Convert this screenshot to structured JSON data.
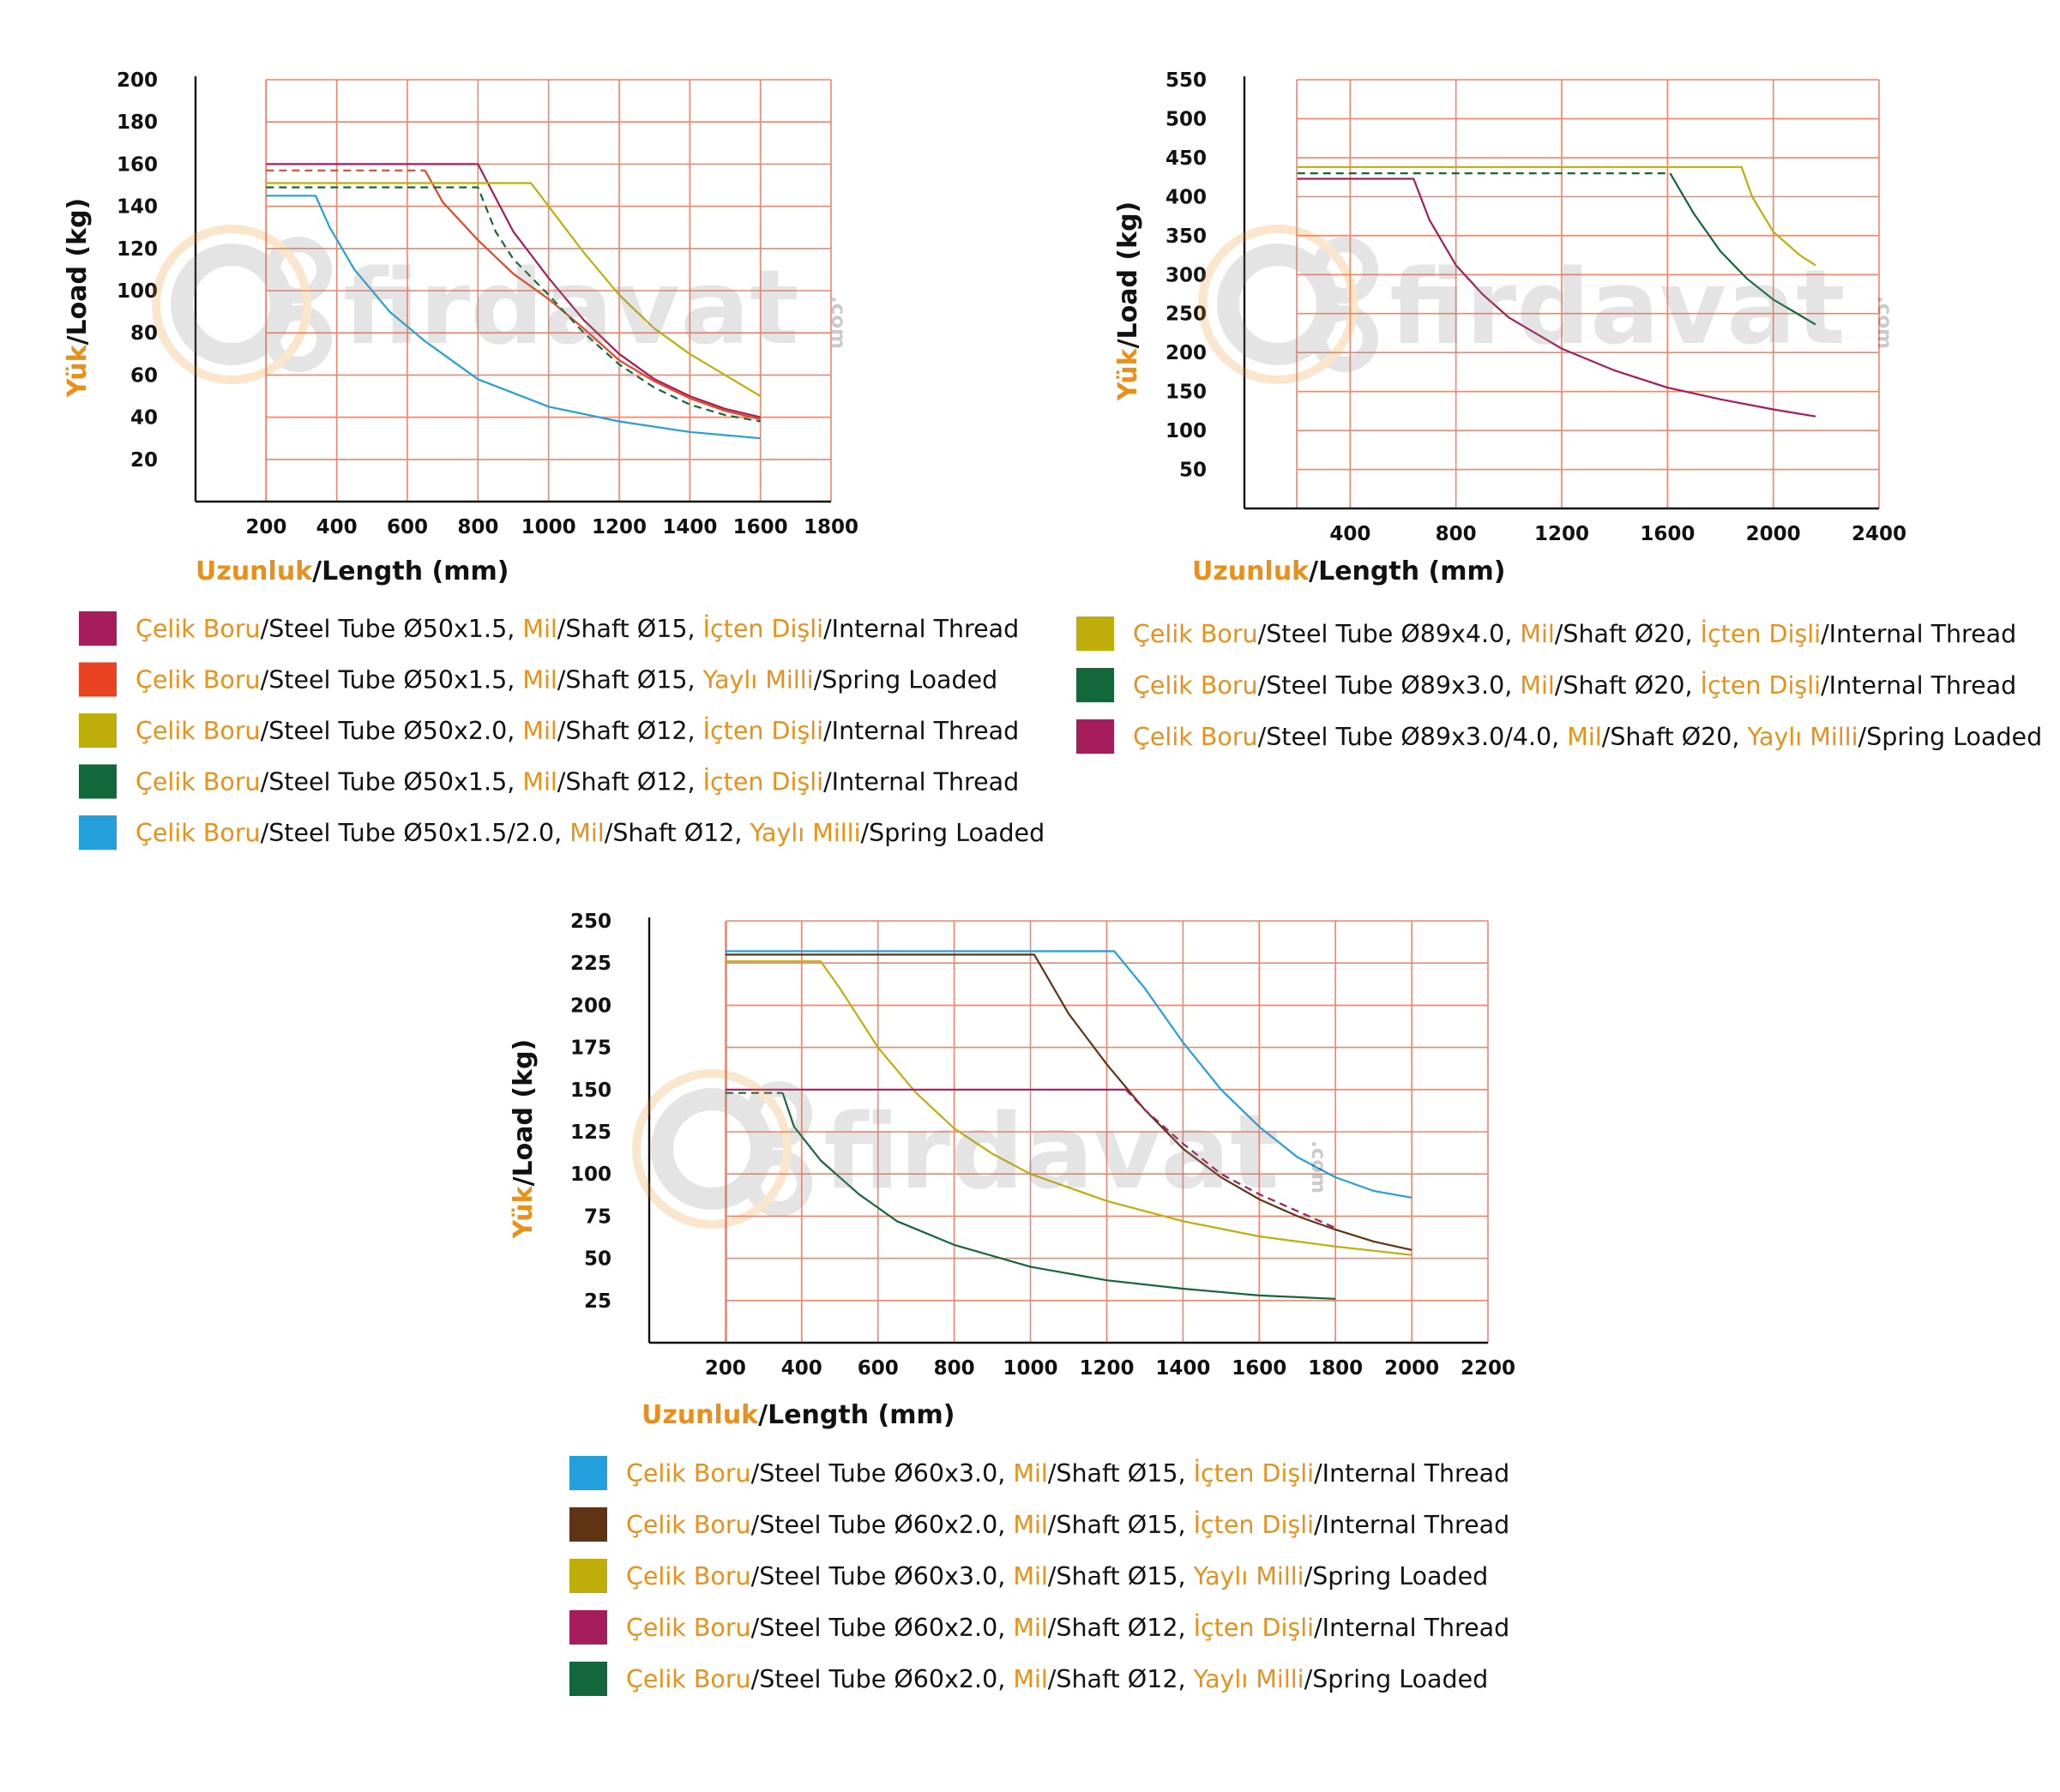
{
  "colors": {
    "grid": "#f2846a",
    "axis": "#111111",
    "accent_orange": "#e8901a",
    "wine": "#a51d5c",
    "red_orange": "#e84424",
    "olive": "#bfae0a",
    "dark_green": "#12683a",
    "sky_blue": "#23a0dc",
    "brown": "#5e3414"
  },
  "watermark": {
    "brand": "firdavat",
    "suffix": ".com"
  },
  "chart_data": [
    {
      "id": "chart1",
      "type": "line",
      "y_label": {
        "orange": "Yük",
        "dark": "/Load (kg)"
      },
      "x_label": {
        "orange": "Uzunluk",
        "dark": "/Length (mm)"
      },
      "xlim": [
        0,
        1800
      ],
      "ylim": [
        0,
        200
      ],
      "x_ticks": [
        200,
        400,
        600,
        800,
        1000,
        1200,
        1400,
        1600,
        1800
      ],
      "y_ticks": [
        20,
        40,
        60,
        80,
        100,
        120,
        140,
        160,
        180,
        200
      ],
      "grid": true,
      "series": [
        {
          "color_key": "wine",
          "dashed": false,
          "points": [
            [
              200,
              160
            ],
            [
              800,
              160
            ],
            [
              900,
              128
            ],
            [
              1000,
              106
            ],
            [
              1100,
              86
            ],
            [
              1200,
              70
            ],
            [
              1300,
              58
            ],
            [
              1400,
              50
            ],
            [
              1500,
              44
            ],
            [
              1600,
              40
            ]
          ]
        },
        {
          "color_key": "red_orange",
          "dashed": false,
          "points": [
            [
              650,
              157
            ],
            [
              700,
              142
            ],
            [
              800,
              124
            ],
            [
              900,
              108
            ],
            [
              1000,
              96
            ],
            [
              1100,
              82
            ],
            [
              1200,
              67
            ],
            [
              1300,
              57
            ],
            [
              1400,
              49
            ],
            [
              1500,
              43
            ],
            [
              1600,
              39
            ]
          ]
        },
        {
          "color_key": "red_orange",
          "dashed": true,
          "points": [
            [
              200,
              157
            ],
            [
              650,
              157
            ]
          ]
        },
        {
          "color_key": "olive",
          "dashed": false,
          "points": [
            [
              200,
              151
            ],
            [
              950,
              151
            ],
            [
              1000,
              140
            ],
            [
              1100,
              118
            ],
            [
              1200,
              98
            ],
            [
              1300,
              82
            ],
            [
              1400,
              70
            ],
            [
              1500,
              60
            ],
            [
              1600,
              50
            ]
          ]
        },
        {
          "color_key": "dark_green",
          "dashed": true,
          "points": [
            [
              200,
              149
            ],
            [
              800,
              149
            ],
            [
              850,
              128
            ],
            [
              900,
              115
            ],
            [
              1000,
              98
            ],
            [
              1100,
              80
            ],
            [
              1200,
              65
            ],
            [
              1300,
              54
            ],
            [
              1400,
              46
            ],
            [
              1500,
              41
            ],
            [
              1600,
              38
            ]
          ]
        },
        {
          "color_key": "sky_blue",
          "dashed": false,
          "points": [
            [
              200,
              145
            ],
            [
              340,
              145
            ],
            [
              380,
              130
            ],
            [
              450,
              110
            ],
            [
              550,
              90
            ],
            [
              650,
              76
            ],
            [
              800,
              58
            ],
            [
              1000,
              45
            ],
            [
              1200,
              38
            ],
            [
              1400,
              33
            ],
            [
              1600,
              30
            ]
          ]
        }
      ],
      "legend": [
        {
          "color_key": "wine",
          "parts": [
            "Çelik Boru",
            "/Steel Tube Ø50x1.5, ",
            "Mil",
            "/Shaft Ø15, ",
            "İçten Dişli",
            "/Internal Thread"
          ]
        },
        {
          "color_key": "red_orange",
          "parts": [
            "Çelik Boru",
            "/Steel Tube Ø50x1.5, ",
            "Mil",
            "/Shaft Ø15, ",
            "Yaylı Milli",
            "/Spring Loaded"
          ]
        },
        {
          "color_key": "olive",
          "parts": [
            "Çelik Boru",
            "/Steel Tube Ø50x2.0, ",
            "Mil",
            "/Shaft Ø12, ",
            "İçten Dişli",
            "/Internal Thread"
          ]
        },
        {
          "color_key": "dark_green",
          "parts": [
            "Çelik Boru",
            "/Steel Tube Ø50x1.5, ",
            "Mil",
            "/Shaft Ø12, ",
            "İçten Dişli",
            "/Internal Thread"
          ]
        },
        {
          "color_key": "sky_blue",
          "parts": [
            "Çelik Boru",
            "/Steel Tube Ø50x1.5/2.0, ",
            "Mil",
            "/Shaft Ø12, ",
            "Yaylı Milli",
            "/Spring Loaded"
          ]
        }
      ]
    },
    {
      "id": "chart2",
      "type": "line",
      "y_label": {
        "orange": "Yük",
        "dark": "/Load (kg)"
      },
      "x_label": {
        "orange": "Uzunluk",
        "dark": "/Length (mm)"
      },
      "xlim": [
        0,
        2400
      ],
      "ylim": [
        0,
        550
      ],
      "x_ticks": [
        400,
        800,
        1200,
        1600,
        2000,
        2400
      ],
      "y_ticks": [
        50,
        100,
        150,
        200,
        250,
        300,
        350,
        400,
        450,
        500,
        550
      ],
      "grid": true,
      "series": [
        {
          "color_key": "olive",
          "dashed": false,
          "points": [
            [
              200,
              438
            ],
            [
              1880,
              438
            ],
            [
              1920,
              400
            ],
            [
              2000,
              355
            ],
            [
              2100,
              325
            ],
            [
              2160,
              312
            ]
          ]
        },
        {
          "color_key": "dark_green",
          "dashed": false,
          "points": [
            [
              1610,
              430
            ],
            [
              1700,
              378
            ],
            [
              1800,
              330
            ],
            [
              1900,
              295
            ],
            [
              2000,
              268
            ],
            [
              2100,
              248
            ],
            [
              2160,
              236
            ]
          ]
        },
        {
          "color_key": "dark_green",
          "dashed": true,
          "points": [
            [
              200,
              430
            ],
            [
              1610,
              430
            ]
          ]
        },
        {
          "color_key": "wine",
          "dashed": false,
          "points": [
            [
              200,
              423
            ],
            [
              640,
              423
            ],
            [
              700,
              370
            ],
            [
              800,
              312
            ],
            [
              900,
              275
            ],
            [
              1000,
              245
            ],
            [
              1200,
              205
            ],
            [
              1400,
              177
            ],
            [
              1600,
              155
            ],
            [
              1800,
              140
            ],
            [
              2000,
              127
            ],
            [
              2160,
              118
            ]
          ]
        }
      ],
      "legend": [
        {
          "color_key": "olive",
          "parts": [
            "Çelik Boru",
            "/Steel Tube Ø89x4.0, ",
            "Mil",
            "/Shaft Ø20, ",
            "İçten Dişli",
            "/Internal Thread"
          ]
        },
        {
          "color_key": "dark_green",
          "parts": [
            "Çelik Boru",
            "/Steel Tube Ø89x3.0, ",
            "Mil",
            "/Shaft Ø20, ",
            "İçten Dişli",
            "/Internal Thread"
          ]
        },
        {
          "color_key": "wine",
          "parts": [
            "Çelik Boru",
            "/Steel Tube Ø89x3.0/4.0, ",
            "Mil",
            "/Shaft Ø20, ",
            "Yaylı Milli",
            "/Spring Loaded"
          ]
        }
      ]
    },
    {
      "id": "chart3",
      "type": "line",
      "y_label": {
        "orange": "Yük",
        "dark": "/Load (kg)"
      },
      "x_label": {
        "orange": "Uzunluk",
        "dark": "/Length (mm)"
      },
      "xlim": [
        0,
        2200
      ],
      "ylim": [
        0,
        250
      ],
      "x_ticks": [
        200,
        400,
        600,
        800,
        1000,
        1200,
        1400,
        1600,
        1800,
        2000,
        2200
      ],
      "y_ticks": [
        25,
        50,
        75,
        100,
        125,
        150,
        175,
        200,
        225,
        250
      ],
      "grid": true,
      "series": [
        {
          "color_key": "sky_blue",
          "dashed": false,
          "points": [
            [
              200,
              232
            ],
            [
              1220,
              232
            ],
            [
              1300,
              210
            ],
            [
              1400,
              178
            ],
            [
              1500,
              150
            ],
            [
              1600,
              128
            ],
            [
              1700,
              110
            ],
            [
              1800,
              98
            ],
            [
              1900,
              90
            ],
            [
              2000,
              86
            ]
          ]
        },
        {
          "color_key": "brown",
          "dashed": false,
          "points": [
            [
              200,
              230
            ],
            [
              1010,
              230
            ],
            [
              1100,
              195
            ],
            [
              1200,
              165
            ],
            [
              1300,
              138
            ],
            [
              1400,
              115
            ],
            [
              1500,
              98
            ],
            [
              1600,
              85
            ],
            [
              1700,
              75
            ],
            [
              1800,
              67
            ],
            [
              1900,
              60
            ],
            [
              2000,
              55
            ]
          ]
        },
        {
          "color_key": "olive",
          "dashed": false,
          "points": [
            [
              200,
              226
            ],
            [
              450,
              226
            ],
            [
              500,
              210
            ],
            [
              600,
              175
            ],
            [
              700,
              148
            ],
            [
              800,
              127
            ],
            [
              900,
              112
            ],
            [
              1000,
              100
            ],
            [
              1200,
              84
            ],
            [
              1400,
              72
            ],
            [
              1600,
              63
            ],
            [
              1800,
              57
            ],
            [
              2000,
              52
            ]
          ]
        },
        {
          "color_key": "wine",
          "dashed": false,
          "points": [
            [
              200,
              150
            ],
            [
              1250,
              150
            ]
          ]
        },
        {
          "color_key": "wine",
          "dashed": true,
          "points": [
            [
              1250,
              150
            ],
            [
              1300,
              138
            ],
            [
              1400,
              118
            ],
            [
              1500,
              100
            ],
            [
              1600,
              88
            ],
            [
              1700,
              78
            ],
            [
              1800,
              68
            ]
          ]
        },
        {
          "color_key": "dark_green",
          "dashed": true,
          "points": [
            [
              200,
              148
            ],
            [
              350,
              148
            ]
          ]
        },
        {
          "color_key": "dark_green",
          "dashed": false,
          "points": [
            [
              350,
              148
            ],
            [
              380,
              128
            ],
            [
              450,
              108
            ],
            [
              550,
              88
            ],
            [
              650,
              72
            ],
            [
              800,
              58
            ],
            [
              1000,
              45
            ],
            [
              1200,
              37
            ],
            [
              1400,
              32
            ],
            [
              1600,
              28
            ],
            [
              1800,
              26
            ]
          ]
        }
      ],
      "legend": [
        {
          "color_key": "sky_blue",
          "parts": [
            "Çelik Boru",
            "/Steel Tube Ø60x3.0, ",
            "Mil",
            "/Shaft Ø15, ",
            "İçten Dişli",
            "/Internal Thread"
          ]
        },
        {
          "color_key": "brown",
          "parts": [
            "Çelik Boru",
            "/Steel Tube Ø60x2.0, ",
            "Mil",
            "/Shaft Ø15, ",
            "İçten Dişli",
            "/Internal Thread"
          ]
        },
        {
          "color_key": "olive",
          "parts": [
            "Çelik Boru",
            "/Steel Tube Ø60x3.0, ",
            "Mil",
            "/Shaft Ø15, ",
            "Yaylı Milli",
            "/Spring Loaded"
          ]
        },
        {
          "color_key": "wine",
          "parts": [
            "Çelik Boru",
            "/Steel Tube Ø60x2.0, ",
            "Mil",
            "/Shaft Ø12, ",
            "İçten Dişli",
            "/Internal Thread"
          ]
        },
        {
          "color_key": "dark_green",
          "parts": [
            "Çelik Boru",
            "/Steel Tube Ø60x2.0, ",
            "Mil",
            "/Shaft Ø12, ",
            "Yaylı Milli",
            "/Spring Loaded"
          ]
        }
      ]
    }
  ]
}
